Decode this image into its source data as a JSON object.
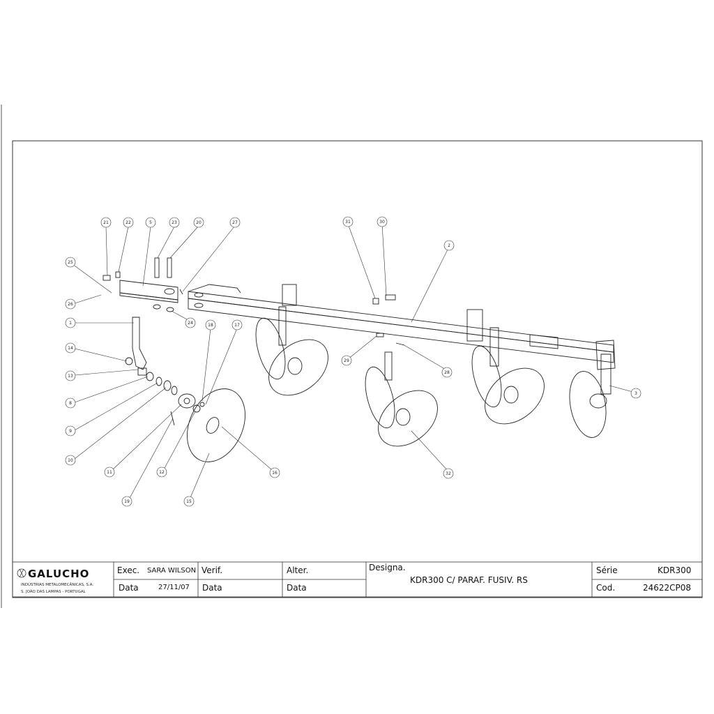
{
  "company": {
    "name": "GALUCHO",
    "line1": "INDÚSTRIAS METALOMECÂNICAS, S.A.",
    "line2": "S. JOÃO DAS LAMPAS - PORTUGAL"
  },
  "title_block": {
    "exec_label": "Exec.",
    "exec_value": "SARA WILSON",
    "data_label": "Data",
    "data_value": "27/11/07",
    "verif_label": "Verif.",
    "verif_data_label": "Data",
    "alter_label": "Alter.",
    "alter_data_label": "Data",
    "designa_label": "Designa.",
    "designa_value": "KDR300 C/ PARAF. FUSIV. RS",
    "serie_label": "Série",
    "serie_value": "KDR300",
    "cod_label": "Cod.",
    "cod_value": "24622CP08"
  },
  "balloons": {
    "b21": "21",
    "b22": "22",
    "b5": "5",
    "b23": "23",
    "b20": "20",
    "b27": "27",
    "b25": "25",
    "b26": "26",
    "b24": "24",
    "b1": "1",
    "b14": "14",
    "b13": "13",
    "b8": "8",
    "b9": "9",
    "b10": "10",
    "b11": "11",
    "b12": "12",
    "b19": "19",
    "b15": "15",
    "b16": "16",
    "b18": "18",
    "b17": "17",
    "b31": "31",
    "b30": "30",
    "b2": "2",
    "b29": "29",
    "b28": "28",
    "b32": "32",
    "b3": "3"
  }
}
